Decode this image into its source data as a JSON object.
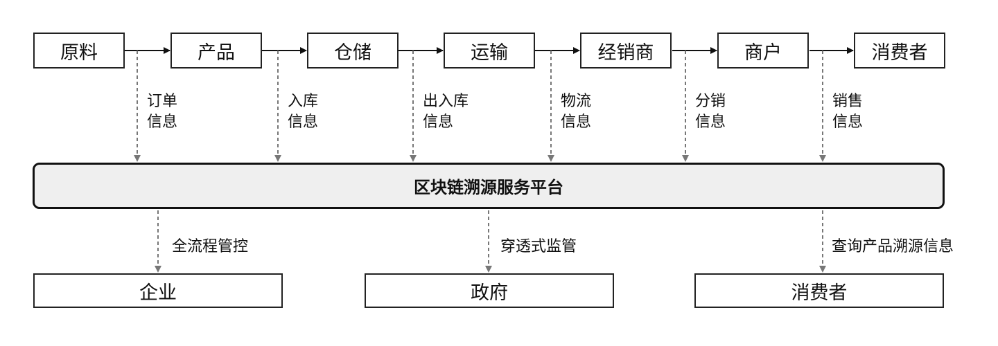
{
  "flow_nodes": [
    "原料",
    "产品",
    "仓储",
    "运输",
    "经销商",
    "商户",
    "消费者"
  ],
  "info_labels": [
    {
      "line1": "订单",
      "line2": "信息"
    },
    {
      "line1": "入库",
      "line2": "信息"
    },
    {
      "line1": "出入库",
      "line2": "信息"
    },
    {
      "line1": "物流",
      "line2": "信息"
    },
    {
      "line1": "分销",
      "line2": "信息"
    },
    {
      "line1": "销售",
      "line2": "信息"
    }
  ],
  "platform": {
    "title": "区块链溯源服务平台"
  },
  "services": [
    {
      "label": "全流程管控",
      "target": "企业"
    },
    {
      "label": "穿透式监管",
      "target": "政府"
    },
    {
      "label": "查询产品溯源信息",
      "target": "消费者"
    }
  ]
}
